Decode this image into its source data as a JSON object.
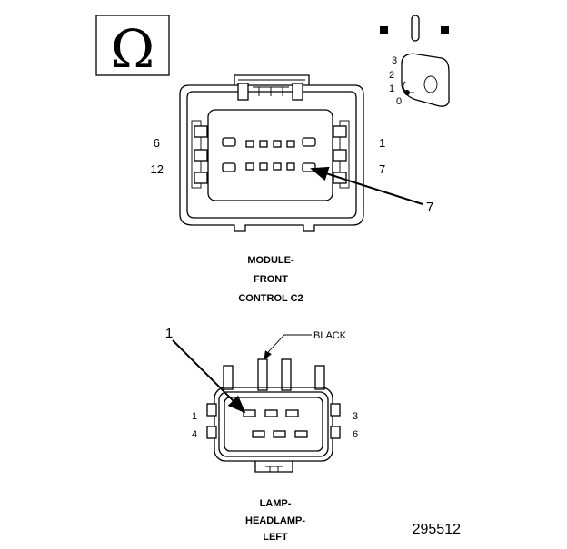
{
  "legend": {
    "symbol": "Ω",
    "key_positions": [
      "3",
      "2",
      "1",
      "0"
    ]
  },
  "module_connector": {
    "cavity_labels": {
      "top_left": "6",
      "top_right": "1",
      "bottom_left": "12",
      "bottom_right": "7"
    },
    "callout": "7",
    "title_lines": [
      "MODULE-",
      "FRONT",
      "CONTROL C2"
    ]
  },
  "lamp_connector": {
    "callout": "1",
    "wire_color": "BLACK",
    "cavity_labels": {
      "top_left": "1",
      "top_right": "3",
      "bottom_left": "4",
      "bottom_right": "6"
    },
    "title_lines": [
      "LAMP-",
      "HEADLAMP-",
      "LEFT"
    ]
  },
  "figure_id": "295512"
}
